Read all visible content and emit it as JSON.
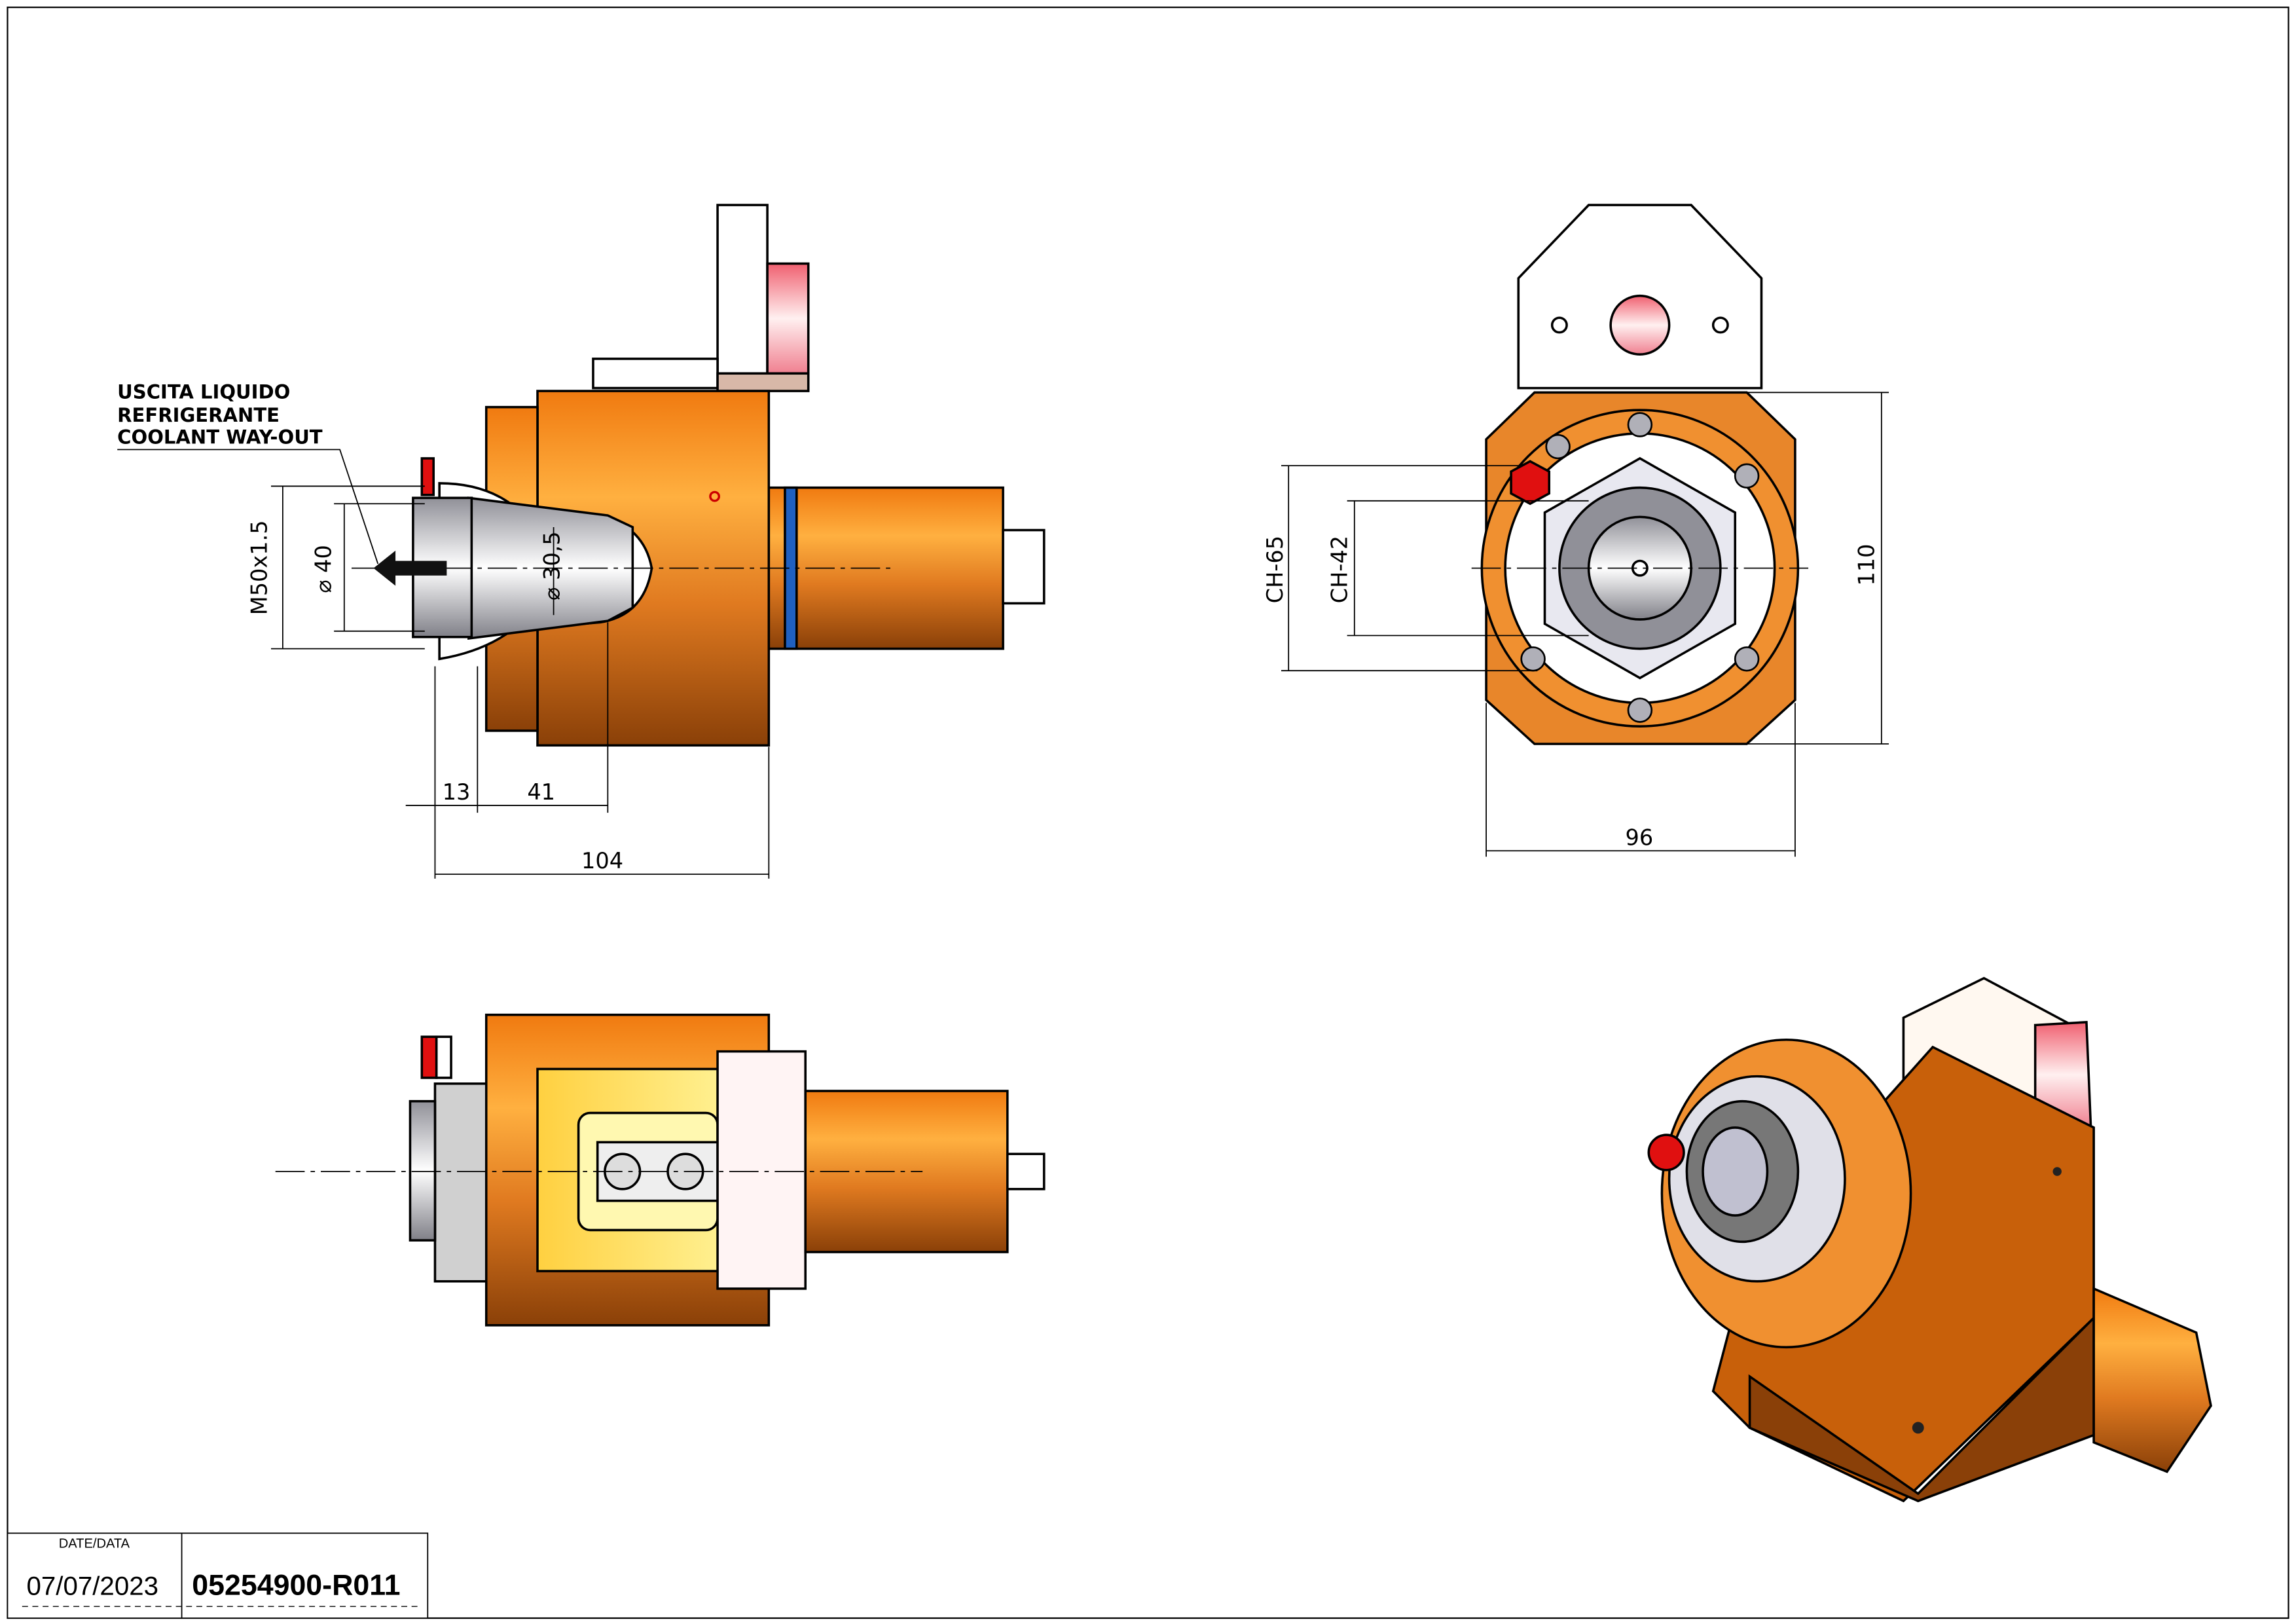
{
  "notes": {
    "coolant_line1": "USCITA LIQUIDO",
    "coolant_line2": "REFRIGERANTE",
    "coolant_line3": "COOLANT WAY-OUT"
  },
  "dimensions": {
    "thread": "M50x1.5",
    "dia40": "⌀ 40",
    "dia30_5": "⌀ 30,5",
    "len13": "13",
    "len41": "41",
    "len104": "104",
    "ch65": "CH-65",
    "ch42": "CH-42",
    "h110": "110",
    "w96": "96"
  },
  "title_block": {
    "date_label": "DATE/DATA",
    "date": "07/07/2023",
    "part_number": "05254900-R011"
  },
  "colors": {
    "body_orange": "#f08a28",
    "dark_orange": "#b85a08",
    "pink": "#f4a0a8",
    "blue_ring": "#2060c0",
    "red_plug": "#e01010"
  }
}
